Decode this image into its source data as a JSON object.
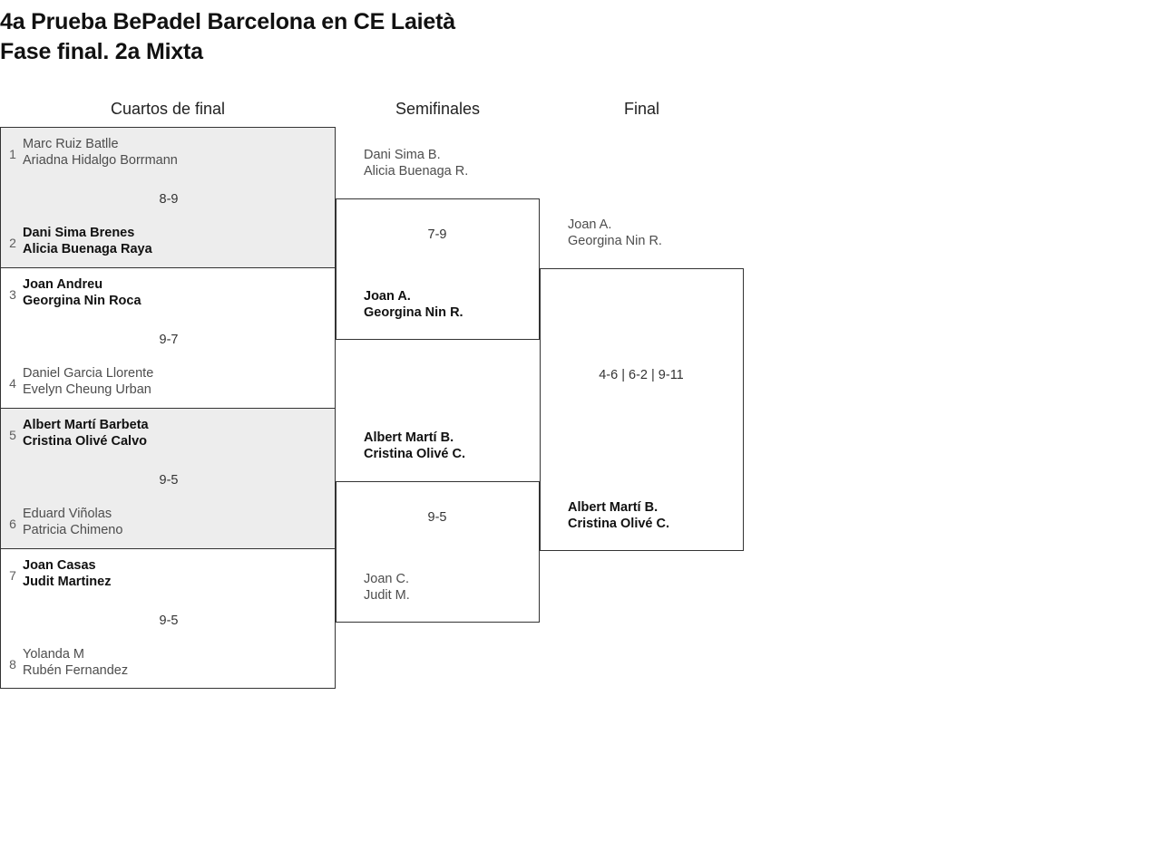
{
  "title": {
    "line1": "4a Prueba BePadel Barcelona en CE Laietà",
    "line2": "Fase final. 2a Mixta"
  },
  "rounds": {
    "quarterfinals_label": "Cuartos de final",
    "semifinals_label": "Semifinales",
    "final_label": "Final"
  },
  "colors": {
    "shaded_row": "#ededed",
    "border": "#333333",
    "winner_text": "#111111",
    "loser_text": "#4d4d4d",
    "seed_text": "#5d5d5d"
  },
  "quarterfinals": [
    {
      "score": "8-9",
      "top": {
        "seed": "1",
        "p1": "Marc Ruiz Batlle",
        "p2": "Ariadna Hidalgo Borrmann"
      },
      "bottom": {
        "seed": "2",
        "p1": "Dani Sima Brenes",
        "p2": "Alicia Buenaga Raya"
      }
    },
    {
      "score": "9-7",
      "top": {
        "seed": "3",
        "p1": "Joan Andreu",
        "p2": "Georgina Nin Roca"
      },
      "bottom": {
        "seed": "4",
        "p1": "Daniel Garcia Llorente",
        "p2": "Evelyn Cheung Urban"
      }
    },
    {
      "score": "9-5",
      "top": {
        "seed": "5",
        "p1": "Albert Martí Barbeta",
        "p2": "Cristina Olivé Calvo"
      },
      "bottom": {
        "seed": "6",
        "p1": "Eduard Viñolas",
        "p2": "Patricia Chimeno"
      }
    },
    {
      "score": "9-5",
      "top": {
        "seed": "7",
        "p1": "Joan Casas",
        "p2": "Judit Martinez"
      },
      "bottom": {
        "seed": "8",
        "p1": "Yolanda M",
        "p2": "Rubén Fernandez"
      }
    }
  ],
  "semifinals": [
    {
      "score": "7-9",
      "top": {
        "p1": "Dani Sima B.",
        "p2": "Alicia Buenaga R."
      },
      "bottom": {
        "p1": "Joan A.",
        "p2": "Georgina Nin R."
      }
    },
    {
      "score": "9-5",
      "top": {
        "p1": "Albert Martí B.",
        "p2": "Cristina Olivé C."
      },
      "bottom": {
        "p1": "Joan C.",
        "p2": "Judit M."
      }
    }
  ],
  "final": {
    "score": "4-6 | 6-2 | 9-11",
    "top": {
      "p1": "Joan A.",
      "p2": "Georgina Nin R."
    },
    "bottom": {
      "p1": "Albert Martí B.",
      "p2": "Cristina Olivé C."
    }
  }
}
